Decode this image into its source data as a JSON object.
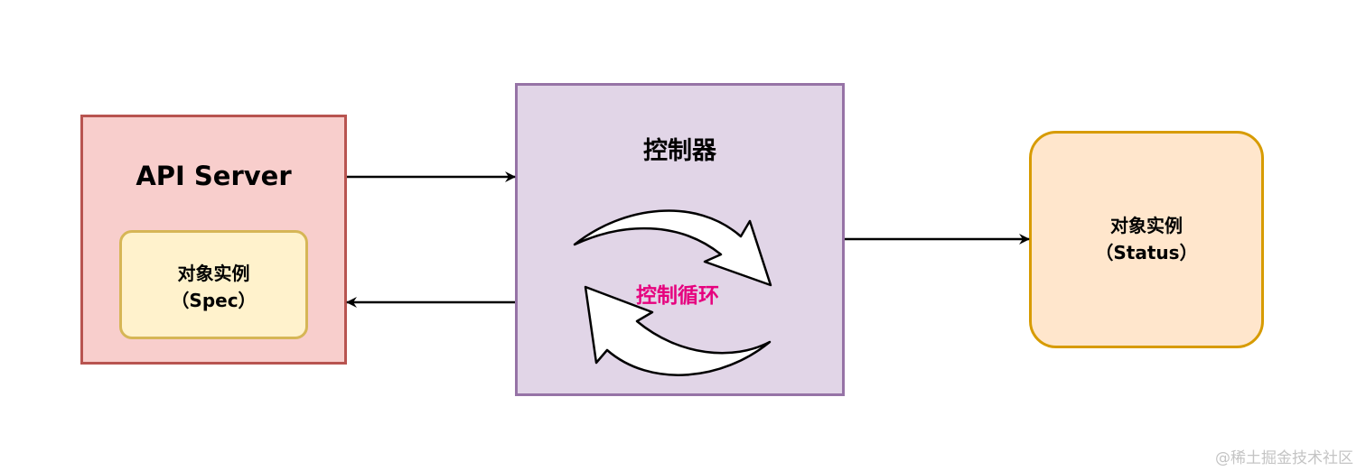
{
  "api_server": {
    "title": "API Server",
    "spec": {
      "line1": "对象实例",
      "line2": "（Spec）"
    }
  },
  "controller": {
    "title": "控制器",
    "loop_label": "控制循环"
  },
  "status_object": {
    "line1": "对象实例",
    "line2": "（Status）"
  },
  "watermark": "@稀土掘金技术社区",
  "colors": {
    "api_fill": "#f8cecc",
    "api_stroke": "#b85450",
    "spec_fill": "#fff2cc",
    "spec_stroke": "#d6b656",
    "controller_fill": "#e1d5e7",
    "controller_stroke": "#9673a6",
    "status_fill": "#ffe6cc",
    "status_stroke": "#d79b00",
    "loop_label": "#e6007e"
  },
  "connections": [
    {
      "from": "API Server",
      "to": "控制器"
    },
    {
      "from": "控制器",
      "to": "API Server"
    },
    {
      "from": "控制器",
      "to": "对象实例（Status）"
    }
  ]
}
